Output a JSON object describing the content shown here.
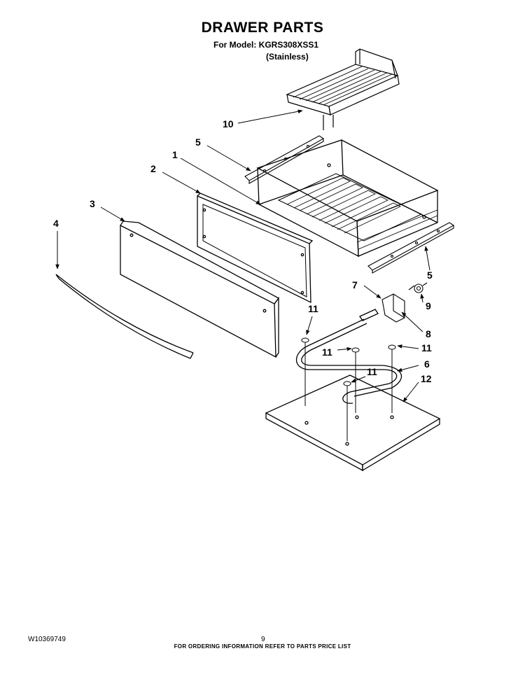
{
  "header": {
    "title": "DRAWER PARTS",
    "model_line": "For Model: KGRS308XSS1",
    "variant": "(Stainless)"
  },
  "callouts": {
    "c1": "1",
    "c2": "2",
    "c3": "3",
    "c4": "4",
    "c5a": "5",
    "c5b": "5",
    "c6": "6",
    "c7": "7",
    "c8": "8",
    "c9": "9",
    "c10": "10",
    "c11a": "11",
    "c11b": "11",
    "c11c": "11",
    "c11d": "11",
    "c12": "12"
  },
  "footer": {
    "ordering_note": "FOR ORDERING INFORMATION REFER TO PARTS PRICE LIST",
    "doc_number": "W10369749",
    "page_number": "9"
  }
}
